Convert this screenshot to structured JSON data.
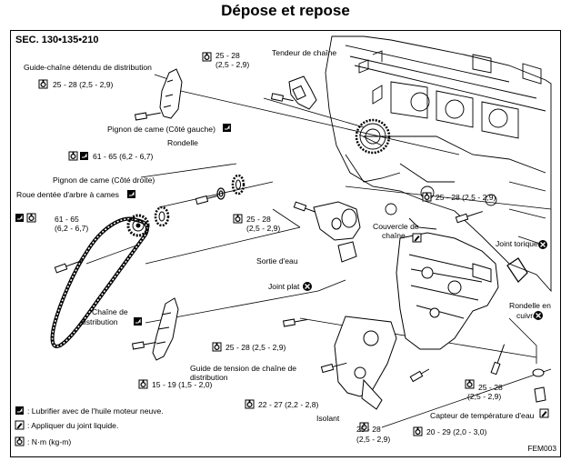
{
  "title": "Dépose et repose",
  "section": "SEC. 130•135•210",
  "figure_code": "FEM003",
  "labels": {
    "guide_detendu": "Guide-chaîne détendu de distribution",
    "torque_guide": "25 - 28 (2,5 - 2,9)",
    "torque_tendeur_a": "25 - 28",
    "torque_tendeur_b": "(2,5 - 2,9)",
    "tendeur": "Tendeur de chaîne",
    "pignon_gauche": "Pignon de came (Côté gauche)",
    "rondelle": "Rondelle",
    "torque_pignon": "61 - 65 (6,2 - 6,7)",
    "pignon_droite": "Pignon de came (Côté droite)",
    "roue_dentee": "Roue dentée d'arbre à cames",
    "torque_roue_a": "61 - 65",
    "torque_roue_b": "(6,2 - 6,7)",
    "torque_sortie_a": "25 - 28",
    "torque_sortie_b": "(2,5 - 2,9)",
    "sortie_eau": "Sortie d'eau",
    "joint_plat": "Joint plat",
    "torque_couvercle": "25 - 28 (2,5 - 2,9)",
    "couvercle_a": "Couvercle de",
    "couvercle_b": "chaîne",
    "joint_torique": "Joint torique",
    "rondelle_cuivre_a": "Rondelle en",
    "rondelle_cuivre_b": "cuivre",
    "chaine_a": "Chaîne de",
    "chaine_b": "distribution",
    "torque_mid": "25 - 28 (2,5 - 2,9)",
    "guide_tension_a": "Guide de tension de chaîne de",
    "guide_tension_b": "distribution",
    "torque_guide_tension": "15 - 19 (1,5 - 2,0)",
    "torque_isolant": "22 - 27 (2,2 - 2,8)",
    "isolant": "Isolant",
    "torque_bas_a": "25 - 28",
    "torque_bas_b": "(2,5 - 2,9)",
    "torque_droite_a": "25 - 28",
    "torque_droite_b": "(2,5 - 2,9)",
    "capteur": "Capteur de température d'eau",
    "torque_capteur": "20 - 29 (2,0 - 3,0)"
  },
  "legend": [
    {
      "icon": "oil-can-icon",
      "text": ": Lubrifier avec de l'huile moteur neuve."
    },
    {
      "icon": "liquid-gasket-icon",
      "text": ": Appliquer du joint liquide."
    },
    {
      "icon": "torque-wrench-icon",
      "text": ": N·m (kg-m)"
    }
  ]
}
